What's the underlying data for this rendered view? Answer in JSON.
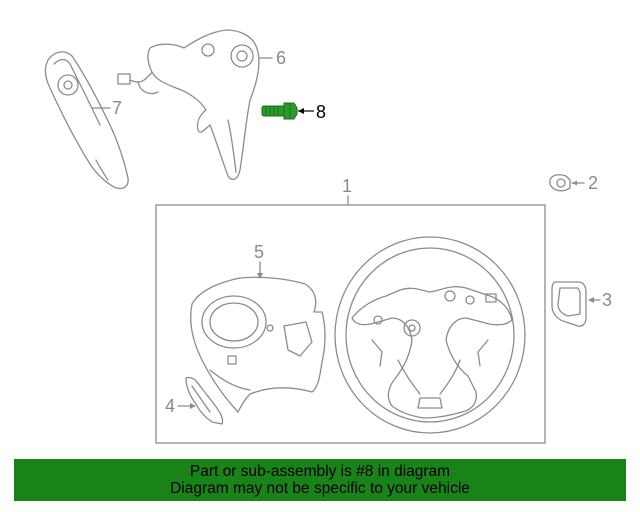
{
  "callouts": {
    "c1": "1",
    "c2": "2",
    "c3": "3",
    "c4": "4",
    "c5": "5",
    "c6": "6",
    "c7": "7",
    "c8": "8"
  },
  "highlighted_part": "8",
  "colors": {
    "line": "#8c8c8c",
    "highlight_part": "#2a9a2a",
    "banner_bg": "#198219",
    "banner_text": "#000000"
  },
  "banner": {
    "line1": "Part or sub-assembly is #8 in diagram",
    "line2": "Diagram may not be specific to your vehicle"
  }
}
